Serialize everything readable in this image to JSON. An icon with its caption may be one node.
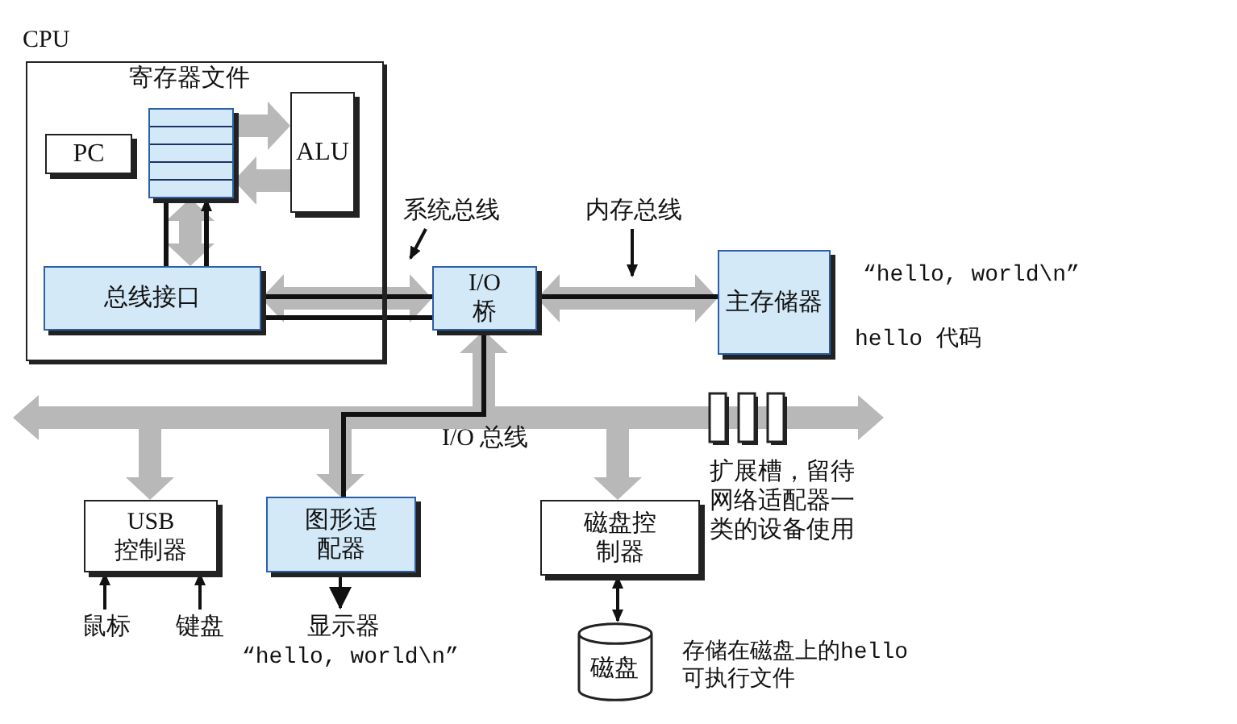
{
  "diagram": {
    "nodes": [
      {
        "text": [
          "CPU"
        ]
      },
      {
        "text": [
          "寄存器文件"
        ],
        "in": 0
      },
      {
        "text": [
          "PC"
        ],
        "in": 0
      },
      {
        "text": [
          "ALU"
        ],
        "in": 0
      },
      {
        "text": [
          "总线接口"
        ],
        "in": 0
      },
      {
        "text": [
          "I/O 桥"
        ]
      },
      {
        "text": [
          "主存储器"
        ],
        "beside": [
          "“hello, world\\n”",
          "hello 代码"
        ]
      },
      {
        "text": [
          "系统总线"
        ]
      },
      {
        "text": [
          "内存总线"
        ]
      },
      {
        "text": [],
        "shape": "bar"
      },
      {
        "text": [
          "USB 控制器"
        ]
      },
      {
        "text": [
          "图形适配器"
        ]
      },
      {
        "text": [
          "磁盘控制器"
        ]
      },
      {
        "text": [
          "鼠标"
        ]
      },
      {
        "text": [
          "键盘"
        ]
      },
      {
        "text": [
          "显示器"
        ],
        "beside": [
          "“hello, world\\n”"
        ]
      },
      {
        "text": [
          "磁盘"
        ],
        "beside": [
          "存储在磁盘上的hello 可执行文件"
        ]
      }
    ],
    "edges": [
      {
        "from": 1,
        "to": 3,
        "arrow": "to",
        "style": "thick",
        "color": "#b8b8b8"
      },
      {
        "from": 3,
        "to": 1,
        "arrow": "to",
        "style": "thick",
        "color": "#b8b8b8"
      },
      {
        "from": 1,
        "to": 4,
        "arrow": "both",
        "style": "thick",
        "color": "#b8b8b8"
      },
      {
        "from": 4,
        "to": 5,
        "arrow": "both",
        "style": "thick",
        "color": "#b8b8b8"
      },
      {
        "from": 5,
        "to": 6,
        "arrow": "both",
        "style": "thick",
        "color": "#b8b8b8"
      },
      {
        "from": 9,
        "to": 5,
        "arrow": "to",
        "style": "thick",
        "color": "#b8b8b8"
      },
      {
        "from": 9,
        "to": 10,
        "arrow": "to",
        "style": "thick",
        "color": "#b8b8b8"
      },
      {
        "from": 9,
        "to": 11,
        "arrow": "to",
        "style": "thick",
        "color": "#b8b8b8"
      },
      {
        "from": 9,
        "to": 12,
        "arrow": "to",
        "style": "thick",
        "color": "#b8b8b8"
      },
      {
        "from": 13,
        "to": 10,
        "arrow": "to"
      },
      {
        "from": 14,
        "to": 10,
        "arrow": "to"
      },
      {
        "from": 11,
        "to": 15,
        "arrow": "to"
      },
      {
        "from": 12,
        "to": 16,
        "arrow": "both"
      },
      {
        "from": 7,
        "to": null,
        "arrow": "to"
      },
      {
        "from": 8,
        "to": null,
        "arrow": "to"
      },
      {
        "from": 4,
        "to": 1,
        "arrow": "to"
      },
      {
        "from": 1,
        "to": 4,
        "arrow": "none"
      },
      {
        "from": 4,
        "to": 5,
        "arrow": "none"
      },
      {
        "from": 4,
        "to": 5,
        "arrow": "none"
      },
      {
        "from": 5,
        "to": 6,
        "arrow": "none"
      },
      {
        "from": 5,
        "to": 9,
        "arrow": "none"
      },
      {
        "from": 9,
        "to": 11,
        "arrow": "none"
      }
    ],
    "labels": [
      "I/O 总线",
      "扩展槽，留待网络适配器一类的设备使用"
    ]
  }
}
